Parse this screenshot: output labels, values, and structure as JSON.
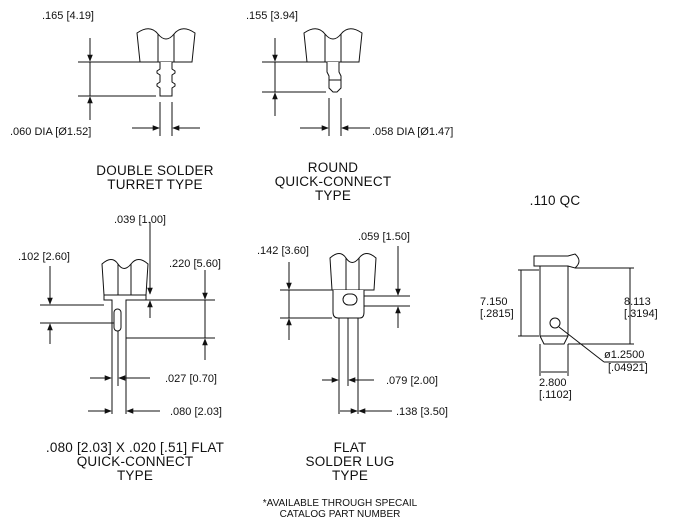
{
  "dims": {
    "turret_height": ".165 [4.19]",
    "round_height": ".155 [3.94]",
    "turret_dia": ".060 DIA [Ø1.52]",
    "round_dia": ".058 DIA [Ø1.47]",
    "flatqc_top": ".039 [1.00]",
    "flatqc_left": ".102 [2.60]",
    "flatqc_right": ".220 [5.60]",
    "flatqc_thick": ".027 [0.70]",
    "flatqc_width": ".080 [2.03]",
    "lug_left": ".142 [3.60]",
    "lug_top": ".059 [1.50]",
    "lug_thick": ".079 [2.00]",
    "lug_width": ".138 [3.50]",
    "qc110_left_a": "7.150",
    "qc110_left_b": "[.2815]",
    "qc110_right_a": "8.113",
    "qc110_right_b": "[.3194]",
    "qc110_hole_a": "ø1.2500",
    "qc110_hole_b": "[.04921]",
    "qc110_width_a": "2.800",
    "qc110_width_b": "[.1102]"
  },
  "captions": {
    "turret": [
      "DOUBLE SOLDER",
      "TURRET TYPE"
    ],
    "round": [
      "ROUND",
      "QUICK-CONNECT",
      "TYPE"
    ],
    "qc110_title": ".110 QC",
    "flatqc": [
      ".080 [2.03] X .020 [.51] FLAT",
      "QUICK-CONNECT",
      "TYPE"
    ],
    "lug": [
      "FLAT",
      "SOLDER LUG",
      "TYPE"
    ]
  },
  "footnote": [
    "*AVAILABLE THROUGH SPECAIL",
    "CATALOG PART NUMBER"
  ]
}
